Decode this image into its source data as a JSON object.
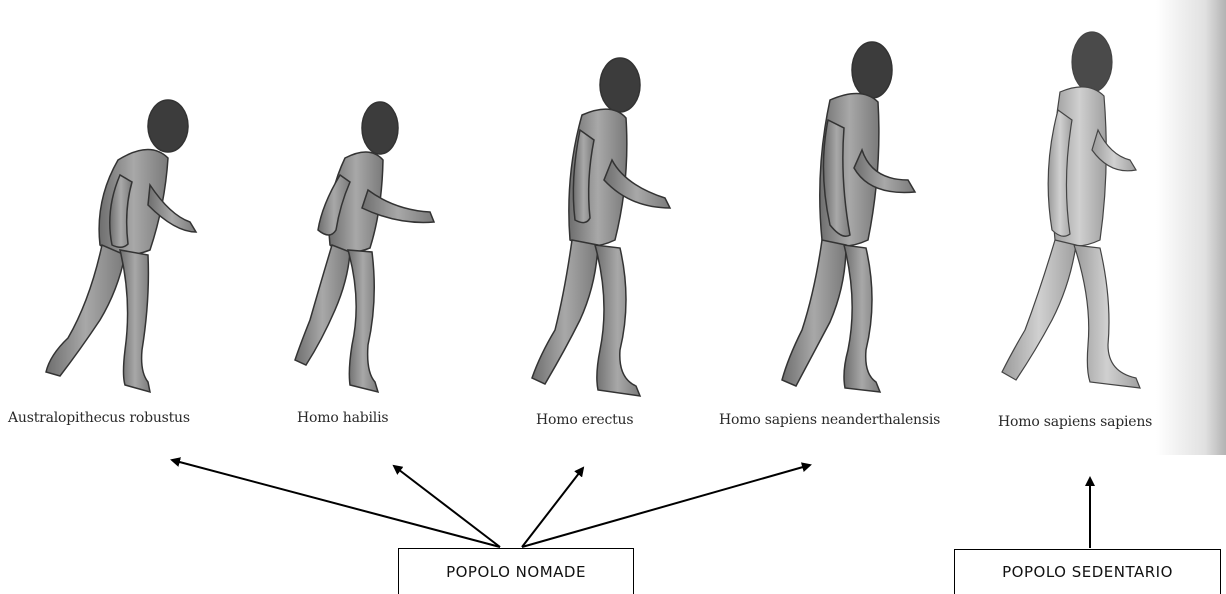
{
  "species": [
    {
      "id": "australopithecus",
      "label": "Australopithecus robustus",
      "lifestyle": "nomad"
    },
    {
      "id": "habilis",
      "label": "Homo habilis",
      "lifestyle": "nomad"
    },
    {
      "id": "erectus",
      "label": "Homo erectus",
      "lifestyle": "nomad"
    },
    {
      "id": "neanderthalensis",
      "label": "Homo sapiens neanderthalensis",
      "lifestyle": "nomad"
    },
    {
      "id": "sapiens",
      "label": "Homo sapiens sapiens",
      "lifestyle": "sedentary"
    }
  ],
  "groups": {
    "nomad": {
      "label": "POPOLO NOMADE"
    },
    "sedentary": {
      "label": "POPOLO SEDENTARIO"
    }
  },
  "colors": {
    "arrow": "#000000",
    "figure_fill": "#8f8f8f",
    "figure_stroke": "#3a3a3a",
    "label_text": "#2a2a2a"
  }
}
